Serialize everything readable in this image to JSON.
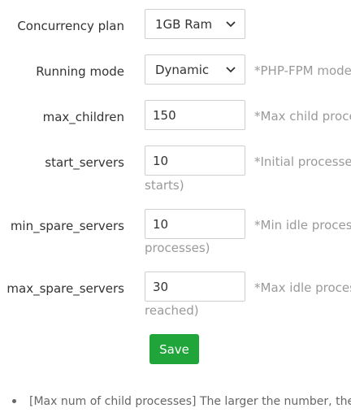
{
  "form": {
    "concurrency_plan": {
      "label": "Concurrency plan",
      "selected": "1GB Ram"
    },
    "running_mode": {
      "label": "Running mode",
      "selected": "Dynamic",
      "hint": "*PHP-FPM mode"
    },
    "max_children": {
      "label": "max_children",
      "value": "150",
      "hint": "*Max child processes"
    },
    "start_servers": {
      "label": "start_servers",
      "value": "10",
      "hint": "*Initial processes",
      "hint_cont": "starts)"
    },
    "min_spare_servers": {
      "label": "min_spare_servers",
      "value": "10",
      "hint": "*Min idle processes",
      "hint_cont": "processes)"
    },
    "max_spare_servers": {
      "label": "max_spare_servers",
      "value": "30",
      "hint": "*Max idle processes",
      "hint_cont": "reached)"
    },
    "save_label": "Save"
  },
  "notes": [
    "[Max num of child processes] The larger the number, the"
  ],
  "icons": {
    "dropdown": "chevron-down-icon"
  },
  "colors": {
    "save_button": "#20a53a",
    "hint_text": "#9a9a9a"
  }
}
